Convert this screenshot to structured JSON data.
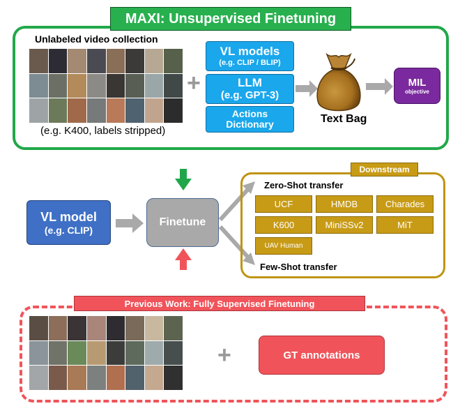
{
  "maxi": {
    "title": "MAXI: Unsupervised Finetuning",
    "unlabeled_title": "Unlabeled video collection",
    "dataset_caption": "(e.g. K400, labels stripped)",
    "plus": "+",
    "vl_models": {
      "line1": "VL models",
      "line2": "(e.g. CLIP / BLIP)"
    },
    "llm": {
      "line1": "LLM",
      "line2": "(e.g. GPT-3)"
    },
    "actions": {
      "line1": "Actions",
      "line2": "Dictionary"
    },
    "text_bag": "Text Bag",
    "mil": {
      "line1": "MIL",
      "line2": "objective"
    }
  },
  "middle": {
    "vl_model": {
      "line1": "VL model",
      "line2": "(e.g. CLIP)"
    },
    "finetune": "Finetune",
    "downstream": "Downstream",
    "zero_shot": "Zero-Shot transfer",
    "few_shot": "Few-Shot transfer",
    "datasets": [
      "UCF",
      "HMDB",
      "Charades",
      "K600",
      "MiniSSv2",
      "MiT",
      "UAV Human"
    ]
  },
  "previous": {
    "title": "Previous Work: Fully Supervised Finetuning",
    "plus": "+",
    "gt_annotations": "GT annotations"
  },
  "colors": {
    "maxi_green": "#28b04f",
    "vl_blue": "#1aa7ec",
    "mil_purple": "#7a2a9e",
    "vl_model_blue": "#3f70c6",
    "downstream_gold": "#c89b16",
    "previous_red": "#f0545a",
    "arrow_gray": "#a9a9a9",
    "arrow_green_down": "#1fa64a",
    "arrow_red_up": "#f0545a"
  },
  "icons": {
    "text_bag": "money-sack-icon"
  }
}
